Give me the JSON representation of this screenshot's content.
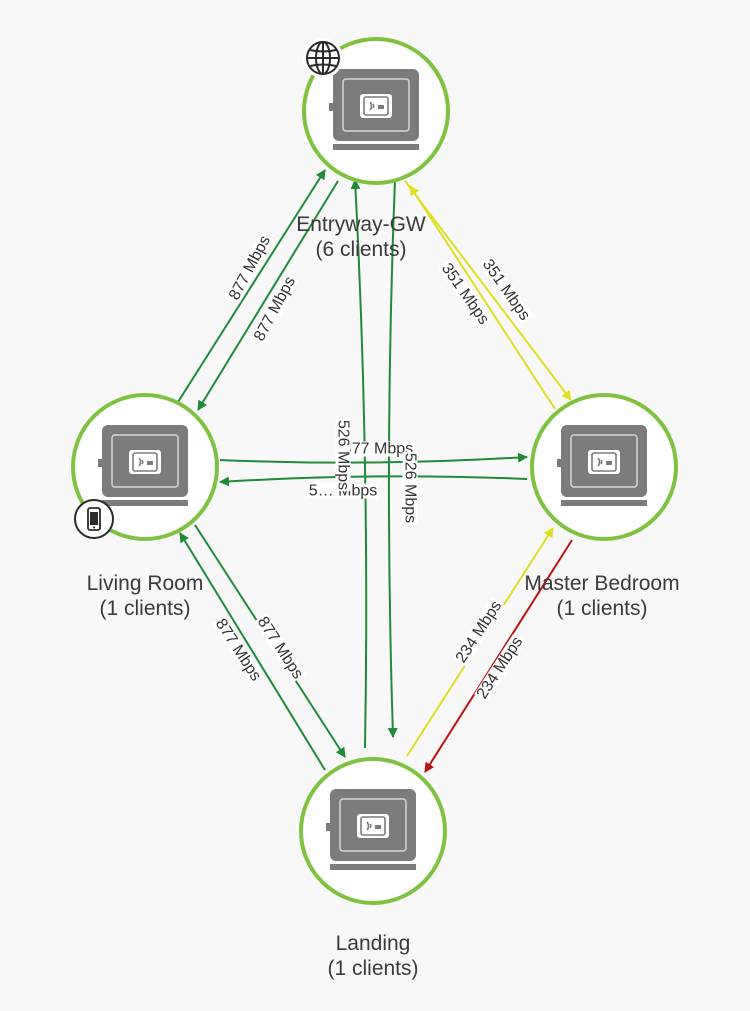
{
  "colors": {
    "background": "#f8f8f8",
    "node_ring": "#7fc241",
    "device_body": "#7c7c7c",
    "link_green": "#1f8a38",
    "link_yellow": "#dede22",
    "link_red": "#bb1111"
  },
  "nodes": [
    {
      "id": "gw",
      "name": "Entryway-GW",
      "clients": "(6 clients)",
      "icon": "router-icon",
      "badge": "globe-icon"
    },
    {
      "id": "living",
      "name": "Living Room",
      "clients": "(1 clients)",
      "icon": "router-icon",
      "badge": "phone-icon"
    },
    {
      "id": "master",
      "name": "Master Bedroom",
      "clients": "(1 clients)",
      "icon": "router-icon",
      "badge": ""
    },
    {
      "id": "landing",
      "name": "Landing",
      "clients": "(1 clients)",
      "icon": "router-icon",
      "badge": ""
    }
  ],
  "links": [
    {
      "from": "living",
      "to": "gw",
      "label": "877 Mbps",
      "quality": "green"
    },
    {
      "from": "gw",
      "to": "living",
      "label": "877 Mbps",
      "quality": "green"
    },
    {
      "from": "gw",
      "to": "master",
      "label": "351 Mbps",
      "quality": "yellow"
    },
    {
      "from": "master",
      "to": "gw",
      "label": "351 Mbps",
      "quality": "yellow"
    },
    {
      "from": "living",
      "to": "master",
      "label": "877 Mbps",
      "quality": "green"
    },
    {
      "from": "master",
      "to": "living",
      "label": "5… Mbps",
      "quality": "green"
    },
    {
      "from": "landing",
      "to": "gw",
      "label": "526 Mbps",
      "quality": "green"
    },
    {
      "from": "gw",
      "to": "landing",
      "label": "526 Mbps",
      "quality": "green"
    },
    {
      "from": "living",
      "to": "landing",
      "label": "877 Mbps",
      "quality": "green"
    },
    {
      "from": "landing",
      "to": "living",
      "label": "877 Mbps",
      "quality": "green"
    },
    {
      "from": "landing",
      "to": "master",
      "label": "234 Mbps",
      "quality": "yellow"
    },
    {
      "from": "master",
      "to": "landing",
      "label": "234 Mbps",
      "quality": "red"
    }
  ]
}
